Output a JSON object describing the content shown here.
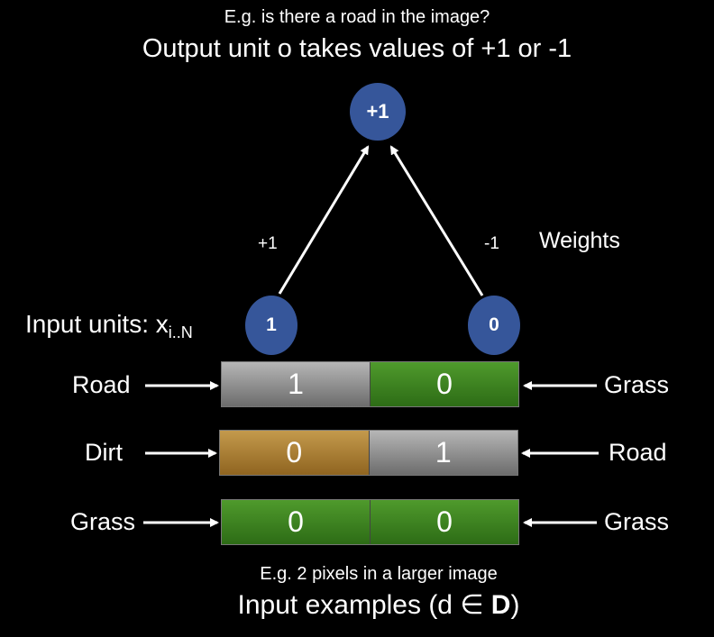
{
  "caption_top": "E.g. is there a road in the image?",
  "title_top": "Output unit o takes values of +1 or -1",
  "output_node": "+1",
  "input_nodes": [
    "1",
    "0"
  ],
  "weights": [
    "+1",
    "-1"
  ],
  "weights_label": "Weights",
  "input_units_label": "Input units: x",
  "input_units_subscript": "i..N",
  "rows": [
    {
      "left_label": "Road",
      "right_label": "Grass",
      "cells": [
        {
          "value": "1",
          "terrain": "road"
        },
        {
          "value": "0",
          "terrain": "grass"
        }
      ]
    },
    {
      "left_label": "Dirt",
      "right_label": "Road",
      "cells": [
        {
          "value": "0",
          "terrain": "dirt"
        },
        {
          "value": "1",
          "terrain": "road"
        }
      ]
    },
    {
      "left_label": "Grass",
      "right_label": "Grass",
      "cells": [
        {
          "value": "0",
          "terrain": "grass"
        },
        {
          "value": "0",
          "terrain": "grass"
        }
      ]
    }
  ],
  "caption_bottom": "E.g. 2 pixels in a larger image",
  "title_bottom_prefix": "Input examples (d ∈ ",
  "title_bottom_bold": "D",
  "title_bottom_suffix": ")",
  "colors": {
    "node": "#36569a",
    "road": "#8f8f8f",
    "grass": "#3d8322",
    "dirt": "#b07f36",
    "background": "#000000"
  }
}
